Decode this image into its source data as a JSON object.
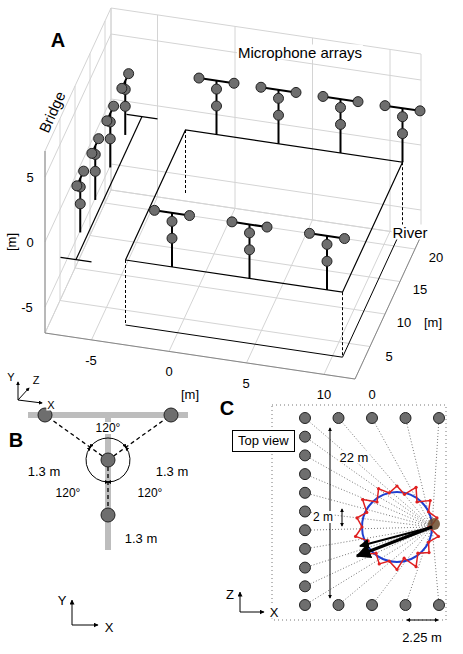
{
  "diagram": {
    "nodes": [
      {
        "text": [
          "Top view"
        ]
      }
    ],
    "labels": [
      "A",
      "Microphone arrays",
      "Bridge",
      "River",
      "5",
      "0",
      "-5",
      "[m]",
      "-5",
      "0",
      "5",
      "10",
      "[m]",
      "0",
      "5",
      "10",
      "[m]",
      "15",
      "20",
      "Y",
      "Z",
      "X",
      "B",
      "120°",
      "1.3 m",
      "1.3 m",
      "120°",
      "120°",
      "1.3 m",
      "Y",
      "X",
      "C",
      "22 m",
      "2 m",
      "Z",
      "X",
      "2.25 m"
    ]
  }
}
